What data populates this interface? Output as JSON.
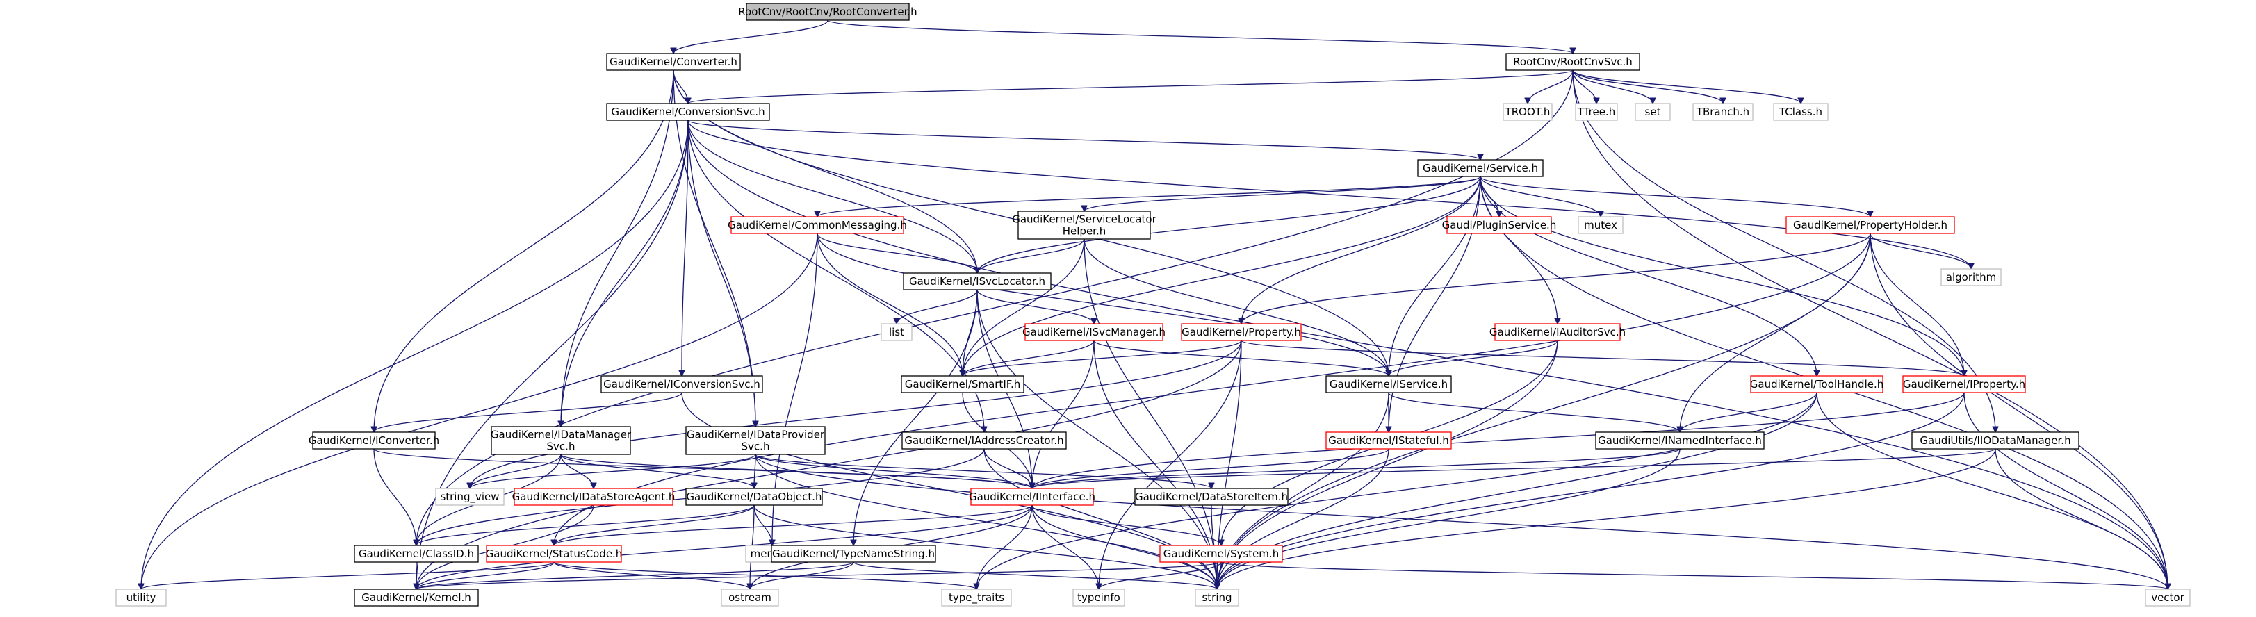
{
  "colors": {
    "root_fill": "#bfbfbf",
    "documented_border": "#000000",
    "undocumented_border": "#ff0000",
    "system_border": "#bfbfbf",
    "text": "#000000",
    "edge": "#191970"
  },
  "nodes": [
    {
      "id": "root",
      "lines": [
        "RootCnv/RootCnv/RootConverter.h"
      ],
      "style": "root"
    },
    {
      "id": "converter",
      "lines": [
        "GaudiKernel/Converter.h"
      ],
      "style": "doc"
    },
    {
      "id": "rootcnvsvc",
      "lines": [
        "RootCnv/RootCnvSvc.h"
      ],
      "style": "doc"
    },
    {
      "id": "conversionsvc",
      "lines": [
        "GaudiKernel/ConversionSvc.h"
      ],
      "style": "doc"
    },
    {
      "id": "troot",
      "lines": [
        "TROOT.h"
      ],
      "style": "sys"
    },
    {
      "id": "ttree",
      "lines": [
        "TTree.h"
      ],
      "style": "sys"
    },
    {
      "id": "set",
      "lines": [
        "set"
      ],
      "style": "sys"
    },
    {
      "id": "tbranch",
      "lines": [
        "TBranch.h"
      ],
      "style": "sys"
    },
    {
      "id": "tclass",
      "lines": [
        "TClass.h"
      ],
      "style": "sys"
    },
    {
      "id": "service",
      "lines": [
        "GaudiKernel/Service.h"
      ],
      "style": "doc"
    },
    {
      "id": "commonmessaging",
      "lines": [
        "GaudiKernel/CommonMessaging.h"
      ],
      "style": "red"
    },
    {
      "id": "servicelocatorhelper",
      "lines": [
        "GaudiKernel/ServiceLocator",
        "Helper.h"
      ],
      "style": "doc"
    },
    {
      "id": "pluginservice",
      "lines": [
        "Gaudi/PluginService.h"
      ],
      "style": "red"
    },
    {
      "id": "mutex",
      "lines": [
        "mutex"
      ],
      "style": "sys"
    },
    {
      "id": "propertyholder",
      "lines": [
        "GaudiKernel/PropertyHolder.h"
      ],
      "style": "red"
    },
    {
      "id": "algorithm",
      "lines": [
        "algorithm"
      ],
      "style": "sys"
    },
    {
      "id": "isvclocator",
      "lines": [
        "GaudiKernel/ISvcLocator.h"
      ],
      "style": "doc"
    },
    {
      "id": "list",
      "lines": [
        "list"
      ],
      "style": "sys"
    },
    {
      "id": "isvcmanager",
      "lines": [
        "GaudiKernel/ISvcManager.h"
      ],
      "style": "red"
    },
    {
      "id": "property",
      "lines": [
        "GaudiKernel/Property.h"
      ],
      "style": "red"
    },
    {
      "id": "iauditorsvc",
      "lines": [
        "GaudiKernel/IAuditorSvc.h"
      ],
      "style": "red"
    },
    {
      "id": "iconversionsvc",
      "lines": [
        "GaudiKernel/IConversionSvc.h"
      ],
      "style": "doc"
    },
    {
      "id": "smartif",
      "lines": [
        "GaudiKernel/SmartIF.h"
      ],
      "style": "doc"
    },
    {
      "id": "iservice",
      "lines": [
        "GaudiKernel/IService.h"
      ],
      "style": "doc"
    },
    {
      "id": "toolhandle",
      "lines": [
        "GaudiKernel/ToolHandle.h"
      ],
      "style": "red"
    },
    {
      "id": "iproperty",
      "lines": [
        "GaudiKernel/IProperty.h"
      ],
      "style": "red"
    },
    {
      "id": "iconverter",
      "lines": [
        "GaudiKernel/IConverter.h"
      ],
      "style": "doc"
    },
    {
      "id": "idatamanagersvc",
      "lines": [
        "GaudiKernel/IDataManager",
        "Svc.h"
      ],
      "style": "doc"
    },
    {
      "id": "idataprovidersvc",
      "lines": [
        "GaudiKernel/IDataProvider",
        "Svc.h"
      ],
      "style": "doc"
    },
    {
      "id": "iaddresscreator",
      "lines": [
        "GaudiKernel/IAddressCreator.h"
      ],
      "style": "doc"
    },
    {
      "id": "istateful",
      "lines": [
        "GaudiKernel/IStateful.h"
      ],
      "style": "red"
    },
    {
      "id": "inamedinterface",
      "lines": [
        "GaudiKernel/INamedInterface.h"
      ],
      "style": "doc"
    },
    {
      "id": "iodatamanager",
      "lines": [
        "GaudiUtils/IIODataManager.h"
      ],
      "style": "doc"
    },
    {
      "id": "string_view",
      "lines": [
        "string_view"
      ],
      "style": "sys"
    },
    {
      "id": "idatastoreagent",
      "lines": [
        "GaudiKernel/IDataStoreAgent.h"
      ],
      "style": "red"
    },
    {
      "id": "dataobject",
      "lines": [
        "GaudiKernel/DataObject.h"
      ],
      "style": "doc"
    },
    {
      "id": "iinterface",
      "lines": [
        "GaudiKernel/IInterface.h"
      ],
      "style": "red"
    },
    {
      "id": "datastoreitem",
      "lines": [
        "GaudiKernel/DataStoreItem.h"
      ],
      "style": "doc"
    },
    {
      "id": "memory",
      "lines": [
        "memory"
      ],
      "style": "sys"
    },
    {
      "id": "classid",
      "lines": [
        "GaudiKernel/ClassID.h"
      ],
      "style": "doc"
    },
    {
      "id": "statuscode",
      "lines": [
        "GaudiKernel/StatusCode.h"
      ],
      "style": "red"
    },
    {
      "id": "typenamestring",
      "lines": [
        "GaudiKernel/TypeNameString.h"
      ],
      "style": "doc"
    },
    {
      "id": "system",
      "lines": [
        "GaudiKernel/System.h"
      ],
      "style": "red"
    },
    {
      "id": "utility",
      "lines": [
        "utility"
      ],
      "style": "sys"
    },
    {
      "id": "kernel",
      "lines": [
        "GaudiKernel/Kernel.h"
      ],
      "style": "doc"
    },
    {
      "id": "ostream",
      "lines": [
        "ostream"
      ],
      "style": "sys"
    },
    {
      "id": "type_traits",
      "lines": [
        "type_traits"
      ],
      "style": "sys"
    },
    {
      "id": "typeinfo",
      "lines": [
        "typeinfo"
      ],
      "style": "sys"
    },
    {
      "id": "string",
      "lines": [
        "string"
      ],
      "style": "sys"
    },
    {
      "id": "vector",
      "lines": [
        "vector"
      ],
      "style": "sys"
    }
  ],
  "edges": [
    [
      "root",
      "converter"
    ],
    [
      "root",
      "rootcnvsvc"
    ],
    [
      "converter",
      "conversionsvc"
    ],
    [
      "converter",
      "iconverter"
    ],
    [
      "converter",
      "isvclocator"
    ],
    [
      "converter",
      "idatamanagersvc"
    ],
    [
      "converter",
      "idataprovidersvc"
    ],
    [
      "converter",
      "iservice"
    ],
    [
      "rootcnvsvc",
      "conversionsvc"
    ],
    [
      "rootcnvsvc",
      "troot"
    ],
    [
      "rootcnvsvc",
      "ttree"
    ],
    [
      "rootcnvsvc",
      "set"
    ],
    [
      "rootcnvsvc",
      "tbranch"
    ],
    [
      "rootcnvsvc",
      "tclass"
    ],
    [
      "rootcnvsvc",
      "iodatamanager"
    ],
    [
      "rootcnvsvc",
      "classid"
    ],
    [
      "rootcnvsvc",
      "vector"
    ],
    [
      "conversionsvc",
      "service"
    ],
    [
      "conversionsvc",
      "iconversionsvc"
    ],
    [
      "conversionsvc",
      "iaddresscreator"
    ],
    [
      "conversionsvc",
      "idatamanagersvc"
    ],
    [
      "conversionsvc",
      "idataprovidersvc"
    ],
    [
      "conversionsvc",
      "isvclocator"
    ],
    [
      "conversionsvc",
      "utility"
    ],
    [
      "conversionsvc",
      "kernel"
    ],
    [
      "conversionsvc",
      "algorithm"
    ],
    [
      "conversionsvc",
      "vector"
    ],
    [
      "service",
      "commonmessaging"
    ],
    [
      "service",
      "servicelocatorhelper"
    ],
    [
      "service",
      "pluginservice"
    ],
    [
      "service",
      "mutex"
    ],
    [
      "service",
      "propertyholder"
    ],
    [
      "service",
      "iservice"
    ],
    [
      "service",
      "isvclocator"
    ],
    [
      "service",
      "smartif"
    ],
    [
      "service",
      "property"
    ],
    [
      "service",
      "iauditorsvc"
    ],
    [
      "service",
      "toolhandle"
    ],
    [
      "service",
      "iproperty"
    ],
    [
      "service",
      "istateful"
    ],
    [
      "service",
      "vector"
    ],
    [
      "commonmessaging",
      "isvclocator"
    ],
    [
      "commonmessaging",
      "smartif"
    ],
    [
      "commonmessaging",
      "iservice"
    ],
    [
      "commonmessaging",
      "memory"
    ],
    [
      "commonmessaging",
      "utility"
    ],
    [
      "servicelocatorhelper",
      "isvclocator"
    ],
    [
      "servicelocatorhelper",
      "smartif"
    ],
    [
      "servicelocatorhelper",
      "iservice"
    ],
    [
      "servicelocatorhelper",
      "string"
    ],
    [
      "propertyholder",
      "property"
    ],
    [
      "propertyholder",
      "iproperty"
    ],
    [
      "propertyholder",
      "inamedinterface"
    ],
    [
      "propertyholder",
      "algorithm"
    ],
    [
      "propertyholder",
      "string"
    ],
    [
      "propertyholder",
      "vector"
    ],
    [
      "propertyholder",
      "statuscode"
    ],
    [
      "isvclocator",
      "list"
    ],
    [
      "isvclocator",
      "isvcmanager"
    ],
    [
      "isvclocator",
      "smartif"
    ],
    [
      "isvclocator",
      "iinterface"
    ],
    [
      "isvclocator",
      "typenamestring"
    ],
    [
      "isvclocator",
      "string"
    ],
    [
      "isvcmanager",
      "smartif"
    ],
    [
      "isvcmanager",
      "iservice"
    ],
    [
      "isvcmanager",
      "iinterface"
    ],
    [
      "isvcmanager",
      "string"
    ],
    [
      "property",
      "iproperty"
    ],
    [
      "property",
      "smartif"
    ],
    [
      "property",
      "string_view"
    ],
    [
      "property",
      "kernel"
    ],
    [
      "property",
      "typeinfo"
    ],
    [
      "property",
      "string"
    ],
    [
      "iauditorsvc",
      "iservice"
    ],
    [
      "iauditorsvc",
      "system"
    ],
    [
      "iauditorsvc",
      "string"
    ],
    [
      "iconversionsvc",
      "iconverter"
    ],
    [
      "iconversionsvc",
      "string"
    ],
    [
      "smartif",
      "iinterface"
    ],
    [
      "iservice",
      "istateful"
    ],
    [
      "iservice",
      "inamedinterface"
    ],
    [
      "iservice",
      "string"
    ],
    [
      "toolhandle",
      "inamedinterface"
    ],
    [
      "toolhandle",
      "type_traits"
    ],
    [
      "toolhandle",
      "string"
    ],
    [
      "toolhandle",
      "vector"
    ],
    [
      "iproperty",
      "iinterface"
    ],
    [
      "iproperty",
      "string"
    ],
    [
      "iproperty",
      "vector"
    ],
    [
      "iconverter",
      "iinterface"
    ],
    [
      "iconverter",
      "classid"
    ],
    [
      "idatamanagersvc",
      "iinterface"
    ],
    [
      "idatamanagersvc",
      "idatastoreagent"
    ],
    [
      "idatamanagersvc",
      "string_view"
    ],
    [
      "idatamanagersvc",
      "dataobject"
    ],
    [
      "idatamanagersvc",
      "classid"
    ],
    [
      "idataprovidersvc",
      "iinterface"
    ],
    [
      "idataprovidersvc",
      "dataobject"
    ],
    [
      "idataprovidersvc",
      "datastoreitem"
    ],
    [
      "idataprovidersvc",
      "string_view"
    ],
    [
      "idataprovidersvc",
      "string"
    ],
    [
      "idataprovidersvc",
      "vector"
    ],
    [
      "iaddresscreator",
      "iinterface"
    ],
    [
      "iaddresscreator",
      "classid"
    ],
    [
      "iaddresscreator",
      "string"
    ],
    [
      "istateful",
      "iinterface"
    ],
    [
      "istateful",
      "string"
    ],
    [
      "inamedinterface",
      "iinterface"
    ],
    [
      "inamedinterface",
      "string"
    ],
    [
      "iodatamanager",
      "iinterface"
    ],
    [
      "iodatamanager",
      "string"
    ],
    [
      "iodatamanager",
      "vector"
    ],
    [
      "idatastoreagent",
      "kernel"
    ],
    [
      "dataobject",
      "classid"
    ],
    [
      "dataobject",
      "statuscode"
    ],
    [
      "dataobject",
      "memory"
    ],
    [
      "dataobject",
      "ostream"
    ],
    [
      "dataobject",
      "string"
    ],
    [
      "iinterface",
      "statuscode"
    ],
    [
      "iinterface",
      "system"
    ],
    [
      "iinterface",
      "kernel"
    ],
    [
      "iinterface",
      "ostream"
    ],
    [
      "iinterface",
      "type_traits"
    ],
    [
      "iinterface",
      "typeinfo"
    ],
    [
      "iinterface",
      "string"
    ],
    [
      "datastoreitem",
      "string"
    ],
    [
      "classid",
      "kernel"
    ],
    [
      "statuscode",
      "kernel"
    ],
    [
      "statuscode",
      "utility"
    ],
    [
      "statuscode",
      "ostream"
    ],
    [
      "statuscode",
      "type_traits"
    ],
    [
      "typenamestring",
      "kernel"
    ],
    [
      "typenamestring",
      "ostream"
    ],
    [
      "typenamestring",
      "string"
    ],
    [
      "system",
      "kernel"
    ],
    [
      "system",
      "typeinfo"
    ],
    [
      "system",
      "string"
    ],
    [
      "system",
      "vector"
    ]
  ]
}
